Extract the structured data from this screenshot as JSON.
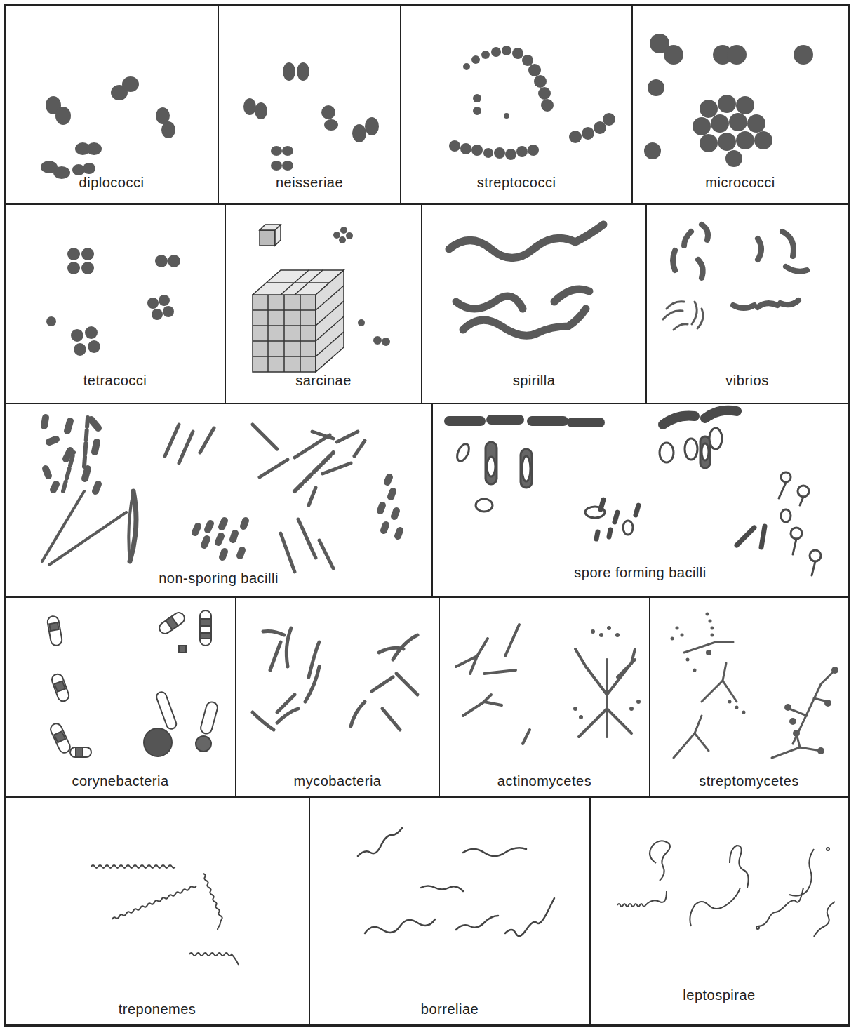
{
  "diagram": {
    "nodes": [
      {
        "text": [
          "diplococci"
        ]
      },
      {
        "text": [
          "neisseriae"
        ]
      },
      {
        "text": [
          "streptococci"
        ]
      },
      {
        "text": [
          "micrococci"
        ]
      },
      {
        "text": [
          "tetracocci"
        ]
      },
      {
        "text": [
          "sarcinae"
        ]
      },
      {
        "text": [
          "spirilla"
        ]
      },
      {
        "text": [
          "vibrios"
        ]
      },
      {
        "text": [
          "non-sporing bacilli"
        ]
      },
      {
        "text": [
          "spore forming bacilli"
        ]
      },
      {
        "text": [
          "corynebacteria"
        ]
      },
      {
        "text": [
          "mycobacteria"
        ]
      },
      {
        "text": [
          "actinomycetes"
        ]
      },
      {
        "text": [
          "streptomycetes"
        ]
      },
      {
        "text": [
          "treponemes"
        ]
      },
      {
        "text": [
          "borreliae"
        ]
      },
      {
        "text": [
          "leptospirae"
        ]
      }
    ]
  }
}
